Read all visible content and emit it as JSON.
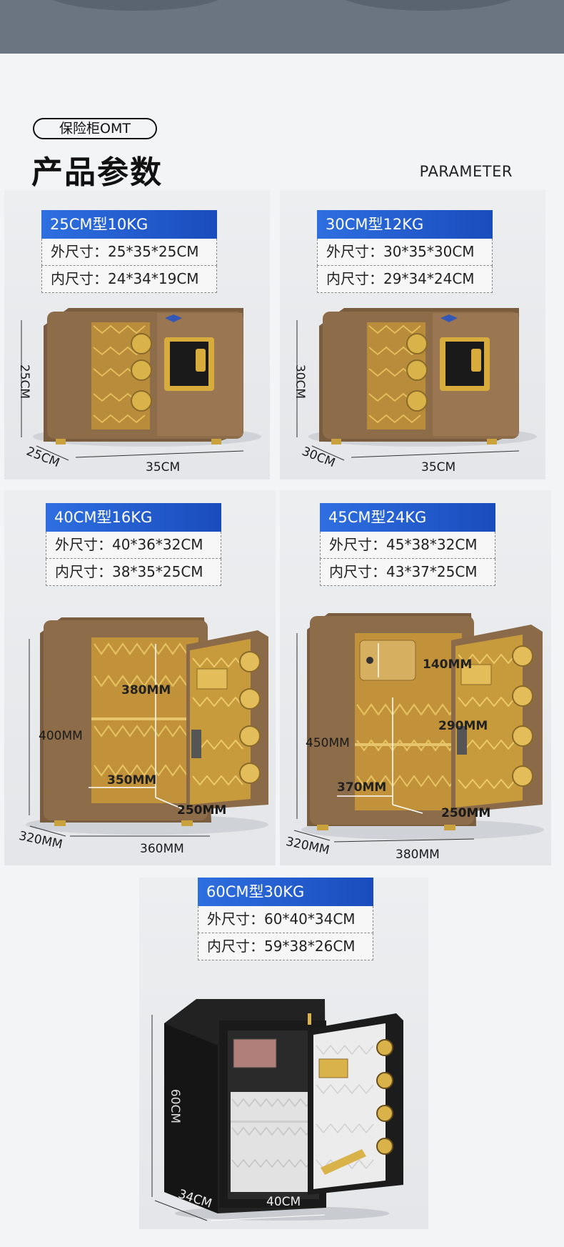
{
  "header": {
    "brand_pill": "保险柜OMT",
    "title": "产品参数",
    "subtitle": "PARAMETER"
  },
  "colors": {
    "spec_header": "#2e6fe0",
    "safe_bronze": "#8a6a48",
    "gold": "#d4a93a",
    "black_safe": "#1a1a1a"
  },
  "models": [
    {
      "header": "25CM型10KG",
      "outer": "外尺寸：25*35*25CM",
      "inner": "内尺寸：24*34*19CM",
      "dims": {
        "height": "25CM",
        "depth": "25CM",
        "width": "35CM"
      }
    },
    {
      "header": "30CM型12KG",
      "outer": "外尺寸：30*35*30CM",
      "inner": "内尺寸：29*34*24CM",
      "dims": {
        "height": "30CM",
        "depth": "30CM",
        "width": "35CM"
      }
    },
    {
      "header": "40CM型16KG",
      "outer": "外尺寸：40*36*32CM",
      "inner": "内尺寸：38*35*25CM",
      "dims": {
        "height": "400MM",
        "depth": "320MM",
        "width": "360MM",
        "inner_height": "380MM",
        "inner_width": "350MM",
        "inner_depth": "250MM"
      }
    },
    {
      "header": "45CM型24KG",
      "outer": "外尺寸：45*38*32CM",
      "inner": "内尺寸：43*37*25CM",
      "dims": {
        "height": "450MM",
        "depth": "320MM",
        "width": "380MM",
        "drawer_height": "140MM",
        "inner_height": "290MM",
        "inner_width": "370MM",
        "inner_depth": "250MM"
      }
    },
    {
      "header": "60CM型30KG",
      "outer": "外尺寸：60*40*34CM",
      "inner": "内尺寸：59*38*26CM",
      "dims": {
        "height": "60CM",
        "depth": "34CM",
        "width": "40CM"
      }
    }
  ]
}
